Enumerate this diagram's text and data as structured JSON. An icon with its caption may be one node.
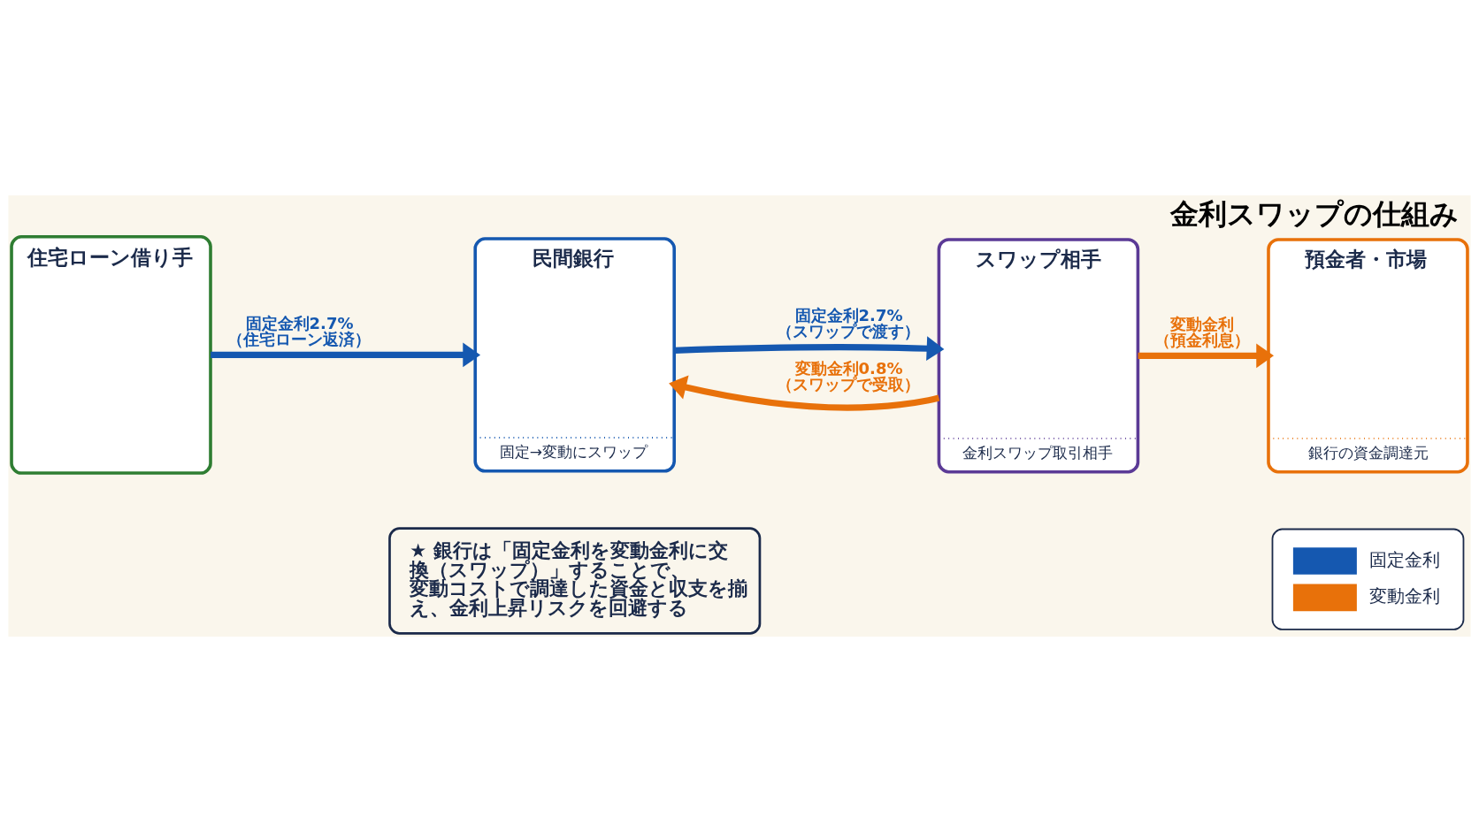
{
  "diagram": {
    "title": "金利スワップの仕組み",
    "nodes": [
      {
        "text": [
          "住宅ローン借り手"
        ]
      },
      {
        "text": [
          "民間銀行",
          "固定→変動にスワップ"
        ]
      },
      {
        "text": [
          "スワップ相手",
          "金利スワップ取引相手"
        ]
      },
      {
        "text": [
          "預金者・市場",
          "銀行の資金調達元"
        ]
      },
      {
        "text": [
          "★ 銀行は「固定金利を変動金利に交換（スワップ）」することで、変動コストで調達した資金と収支を揃え、金利上昇リスクを回避する"
        ]
      }
    ],
    "edges": [
      {
        "from": 0,
        "to": 1,
        "arrow": "to",
        "label": "固定金利2.7%（住宅ローン返済）"
      },
      {
        "from": 1,
        "to": 2,
        "arrow": "to",
        "label": "固定金利2.7%（スワップで渡す）"
      },
      {
        "from": 2,
        "to": 1,
        "arrow": "to",
        "label": "変動金利0.8%（スワップで受取）",
        "color": "#e8710a"
      },
      {
        "from": 2,
        "to": 3,
        "arrow": "to",
        "label": "変動金利（預金利息）",
        "color": "#e8710a"
      }
    ],
    "legend": [
      {
        "text": "固定金利",
        "color": "#1558b0"
      },
      {
        "text": "変動金利",
        "color": "#e8710a"
      }
    ]
  }
}
